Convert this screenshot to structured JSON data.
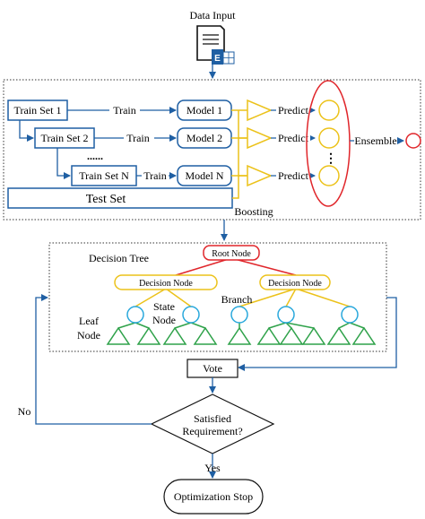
{
  "colors": {
    "blue": "#1f5fa3",
    "red": "#e0262b",
    "yellow": "#ecc21a",
    "cyan": "#29a8dc",
    "green": "#2fa24a",
    "dotted": "#333333"
  },
  "header": {
    "data_input": "Data Input",
    "file_icon": "document-excel-icon"
  },
  "boosting": {
    "train_sets": [
      "Train Set 1",
      "Train Set 2",
      "Train Set N"
    ],
    "ellipsis": "......",
    "train_labels": [
      "Train",
      "Train",
      "Train"
    ],
    "models": [
      "Model 1",
      "Model 2",
      "Model N"
    ],
    "predict_labels": [
      "Predict",
      "Predict",
      "Predict"
    ],
    "vertical_dots": "⋮",
    "ensemble": "Ensemble",
    "test_set": "Test Set",
    "label": "Boosting"
  },
  "tree": {
    "title": "Decision Tree",
    "root_node": "Root Node",
    "decision_nodes": [
      "Decision Node",
      "Decision Node"
    ],
    "branch": "Branch",
    "state_node": "State\nNode",
    "leaf_node": "Leaf\nNode"
  },
  "flow": {
    "vote": "Vote",
    "question": "Satisfied\nRequirement?",
    "no": "No",
    "yes": "Yes",
    "stop": "Optimization Stop"
  }
}
